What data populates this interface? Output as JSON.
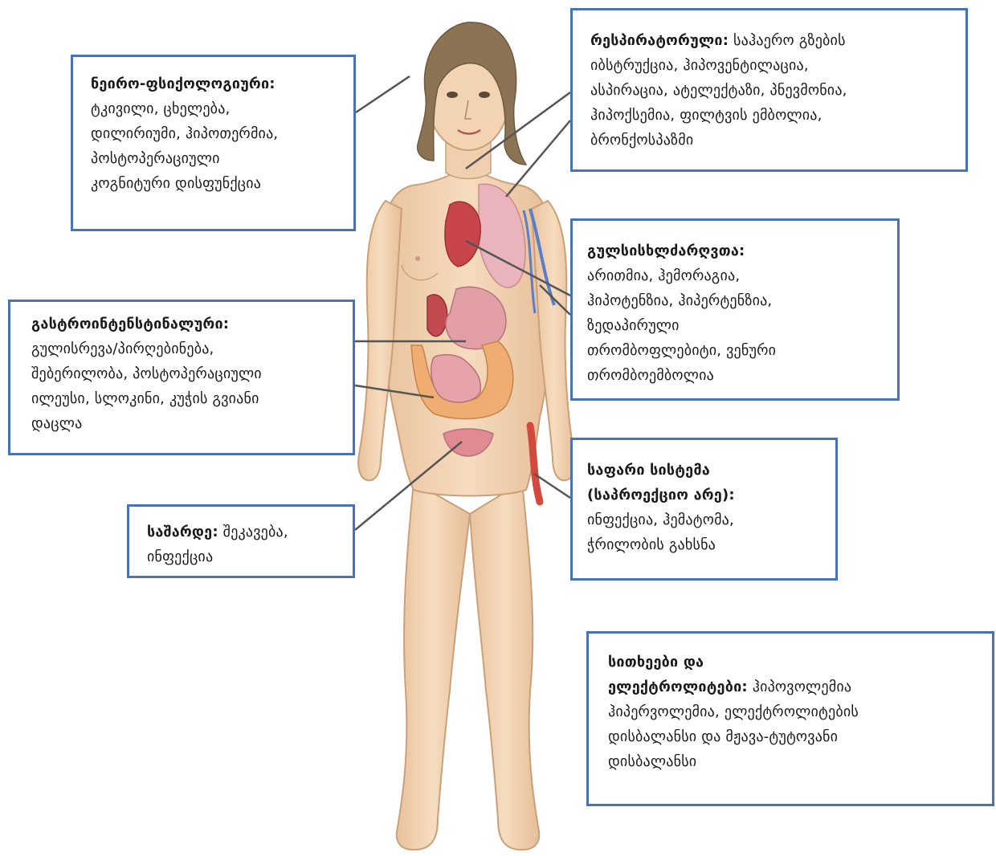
{
  "colors": {
    "box_border": "#4a72b8",
    "skin": "#f3d4b2",
    "hair": "#8b7353",
    "organ_red": "#c9454c",
    "organ_pink": "#e2a0a6",
    "intestine_orange": "#f0ad72",
    "vein_blue": "#5b7fc7",
    "connector": "#555555"
  },
  "neuro": {
    "title": "ნეირო-ფსიქოლოგიური:",
    "lines": [
      "ტკივილი, ცხელება,",
      "დილირიუმი, ჰიპოთერმია,",
      "პოსტოპერაციული",
      "კოგნიტური დისფუნქცია"
    ]
  },
  "respiratory": {
    "title": "რესპირატორული:",
    "first_text": " საჰაერო გზების",
    "lines": [
      "იბსტრუქცია, ჰიპოვენტილაცია,",
      "ასპირაცია, ატელექტაზი, პნევმონია,",
      "ჰიპოქსემია, ფილტვის ემბოლია,",
      "ბრონქოსპაზმი"
    ]
  },
  "cardio": {
    "title": "გულსისხლძარღვთა:",
    "lines": [
      "არითმია, ჰემორაგია,",
      "ჰიპოტენზია, ჰიპერტენზია,",
      "ზედაპირული",
      "თრომბოფლებიტი, ვენური",
      "თრომბოემბოლია"
    ]
  },
  "gastro": {
    "title": "გასტროინტენსტინალური:",
    "lines": [
      "გულისრევა/პირღებინება,",
      "შებერილობა, პოსტოპერაციული",
      "ილეუსი, სლოკინი, კუჭის გვიანი",
      "დაცლა"
    ]
  },
  "skin": {
    "title_lines": [
      "საფარი სისტემა",
      "(საპროექციო არე):"
    ],
    "lines": [
      "ინფექცია, ჰემატომა,",
      "ჭრილობის გახსნა"
    ]
  },
  "urinary": {
    "title": "საშარდე:",
    "first_text": " შეკავება,",
    "lines": [
      "ინფექცია"
    ]
  },
  "fluids": {
    "title_line1": "სითხეები და",
    "title_line2": "ელექტროლიტები:",
    "first_text": " ჰიპოვოლემია",
    "lines": [
      "ჰიპერვოლემია,  ელექტროლიტების",
      "დისბალანსი და მჟავა-ტუტოვანი",
      "დისბალანსი"
    ]
  }
}
